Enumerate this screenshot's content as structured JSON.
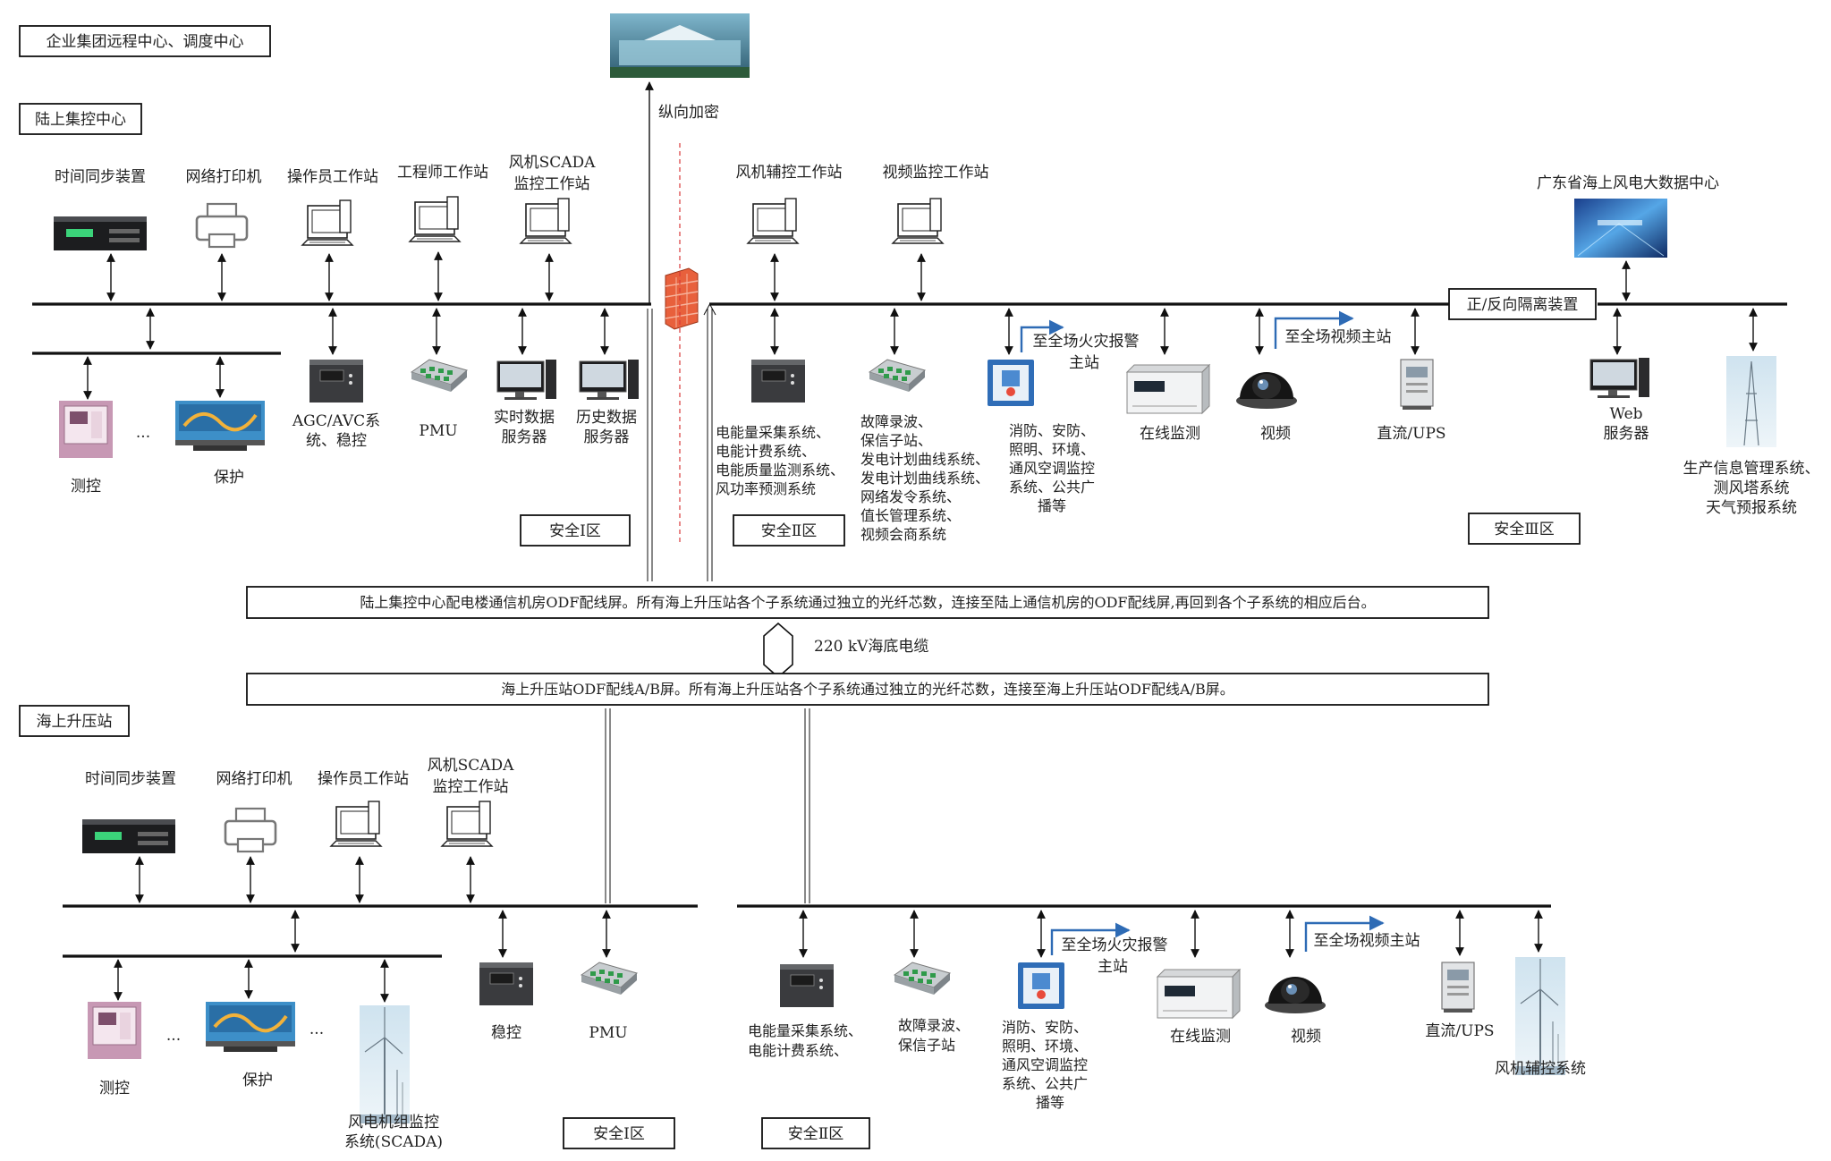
{
  "headers": {
    "group_center": "企业集团远程中心、调度中心",
    "land_center": "陆上集控中心",
    "offshore_station": "海上升压站"
  },
  "vertical_encrypt": "纵向加密",
  "isolation_device": "正/反向隔离装置",
  "bigdata_center": "广东省海上风电大数据中心",
  "land": {
    "time_sync": "时间同步装置",
    "net_printer": "网络打印机",
    "operator_ws": "操作员工作站",
    "engineer_ws": "工程师工作站",
    "scada_ws_1": "风机SCADA",
    "scada_ws_2": "监控工作站",
    "ellipsis": "...",
    "measure_control": "测控",
    "protection": "保护",
    "agc_1": "AGC/AVC系",
    "agc_2": "统、稳控",
    "pmu": "PMU",
    "realtime_1": "实时数据",
    "realtime_2": "服务器",
    "history_1": "历史数据",
    "history_2": "服务器",
    "zone1": "安全Ⅰ区",
    "aux_ws": "风机辅控工作站",
    "video_ws": "视频监控工作站",
    "energy_lines": [
      "电能量采集系统、",
      "电能计费系统、",
      "电能质量监测系统、",
      "风功率预测系统"
    ],
    "fault_lines": [
      "故障录波、",
      "保信子站、",
      "发电计划曲线系统、",
      "发电计划曲线系统、",
      "网络发令系统、",
      "值长管理系统、",
      "视频会商系统"
    ],
    "fire_to_1": "至全场火灾报警",
    "fire_to_2": "主站",
    "fire_lines": [
      "消防、安防、",
      "照明、环境、",
      "通风空调监控",
      "系统、公共广",
      "播等"
    ],
    "online_monitor": "在线监测",
    "video_to": "至全场视频主站",
    "video": "视频",
    "dc_ups": "直流/UPS",
    "zone2": "安全Ⅱ区",
    "web_1": "Web",
    "web_2": "服务器",
    "mgmt_lines": [
      "生产信息管理系统、",
      "测风塔系统",
      "天气预报系统"
    ],
    "zone3": "安全Ⅲ区"
  },
  "odf_land": "陆上集控中心配电楼通信机房ODF配线屏。所有海上升压站各个子系统通过独立的光纤芯数，连接至陆上通信机房的ODF配线屏,再回到各个子系统的相应后台。",
  "cable": "220 kV海底电缆",
  "odf_sea": "海上升压站ODF配线A/B屏。所有海上升压站各个子系统通过独立的光纤芯数，连接至海上升压站ODF配线A/B屏。",
  "sea": {
    "time_sync": "时间同步装置",
    "net_printer": "网络打印机",
    "operator_ws": "操作员工作站",
    "scada_ws_1": "风机SCADA",
    "scada_ws_2": "监控工作站",
    "ellipsis": "...",
    "measure_control": "测控",
    "protection": "保护",
    "turbine_scada_1": "风电机组监控",
    "turbine_scada_2": "系统(SCADA)",
    "stability": "稳控",
    "pmu": "PMU",
    "zone1": "安全Ⅰ区",
    "energy_lines": [
      "电能量采集系统、",
      "电能计费系统、"
    ],
    "fault_lines": [
      "故障录波、",
      "保信子站"
    ],
    "fire_to_1": "至全场火灾报警",
    "fire_to_2": "主站",
    "fire_lines": [
      "消防、安防、",
      "照明、环境、",
      "通风空调监控",
      "系统、公共广",
      "播等"
    ],
    "online_monitor": "在线监测",
    "video_to": "至全场视频主站",
    "video": "视频",
    "dc_ups": "直流/UPS",
    "turbine_aux": "风机辅控系统",
    "zone2": "安全Ⅱ区"
  },
  "colors": {
    "bus": "#111111",
    "arrow_blue": "#2e6bb5",
    "firewall": "#e8603c",
    "dashed_red": "#d8383a"
  },
  "icons": {
    "building": "building-icon",
    "firewall": "firewall-icon",
    "computer": "computer-icon",
    "printer": "printer-icon",
    "rack": "rack-server-icon",
    "relay": "relay-device-icon",
    "pmu": "pmu-device-icon",
    "camera": "dome-camera-icon",
    "ups": "ups-icon",
    "turbine": "wind-turbine-icon"
  }
}
